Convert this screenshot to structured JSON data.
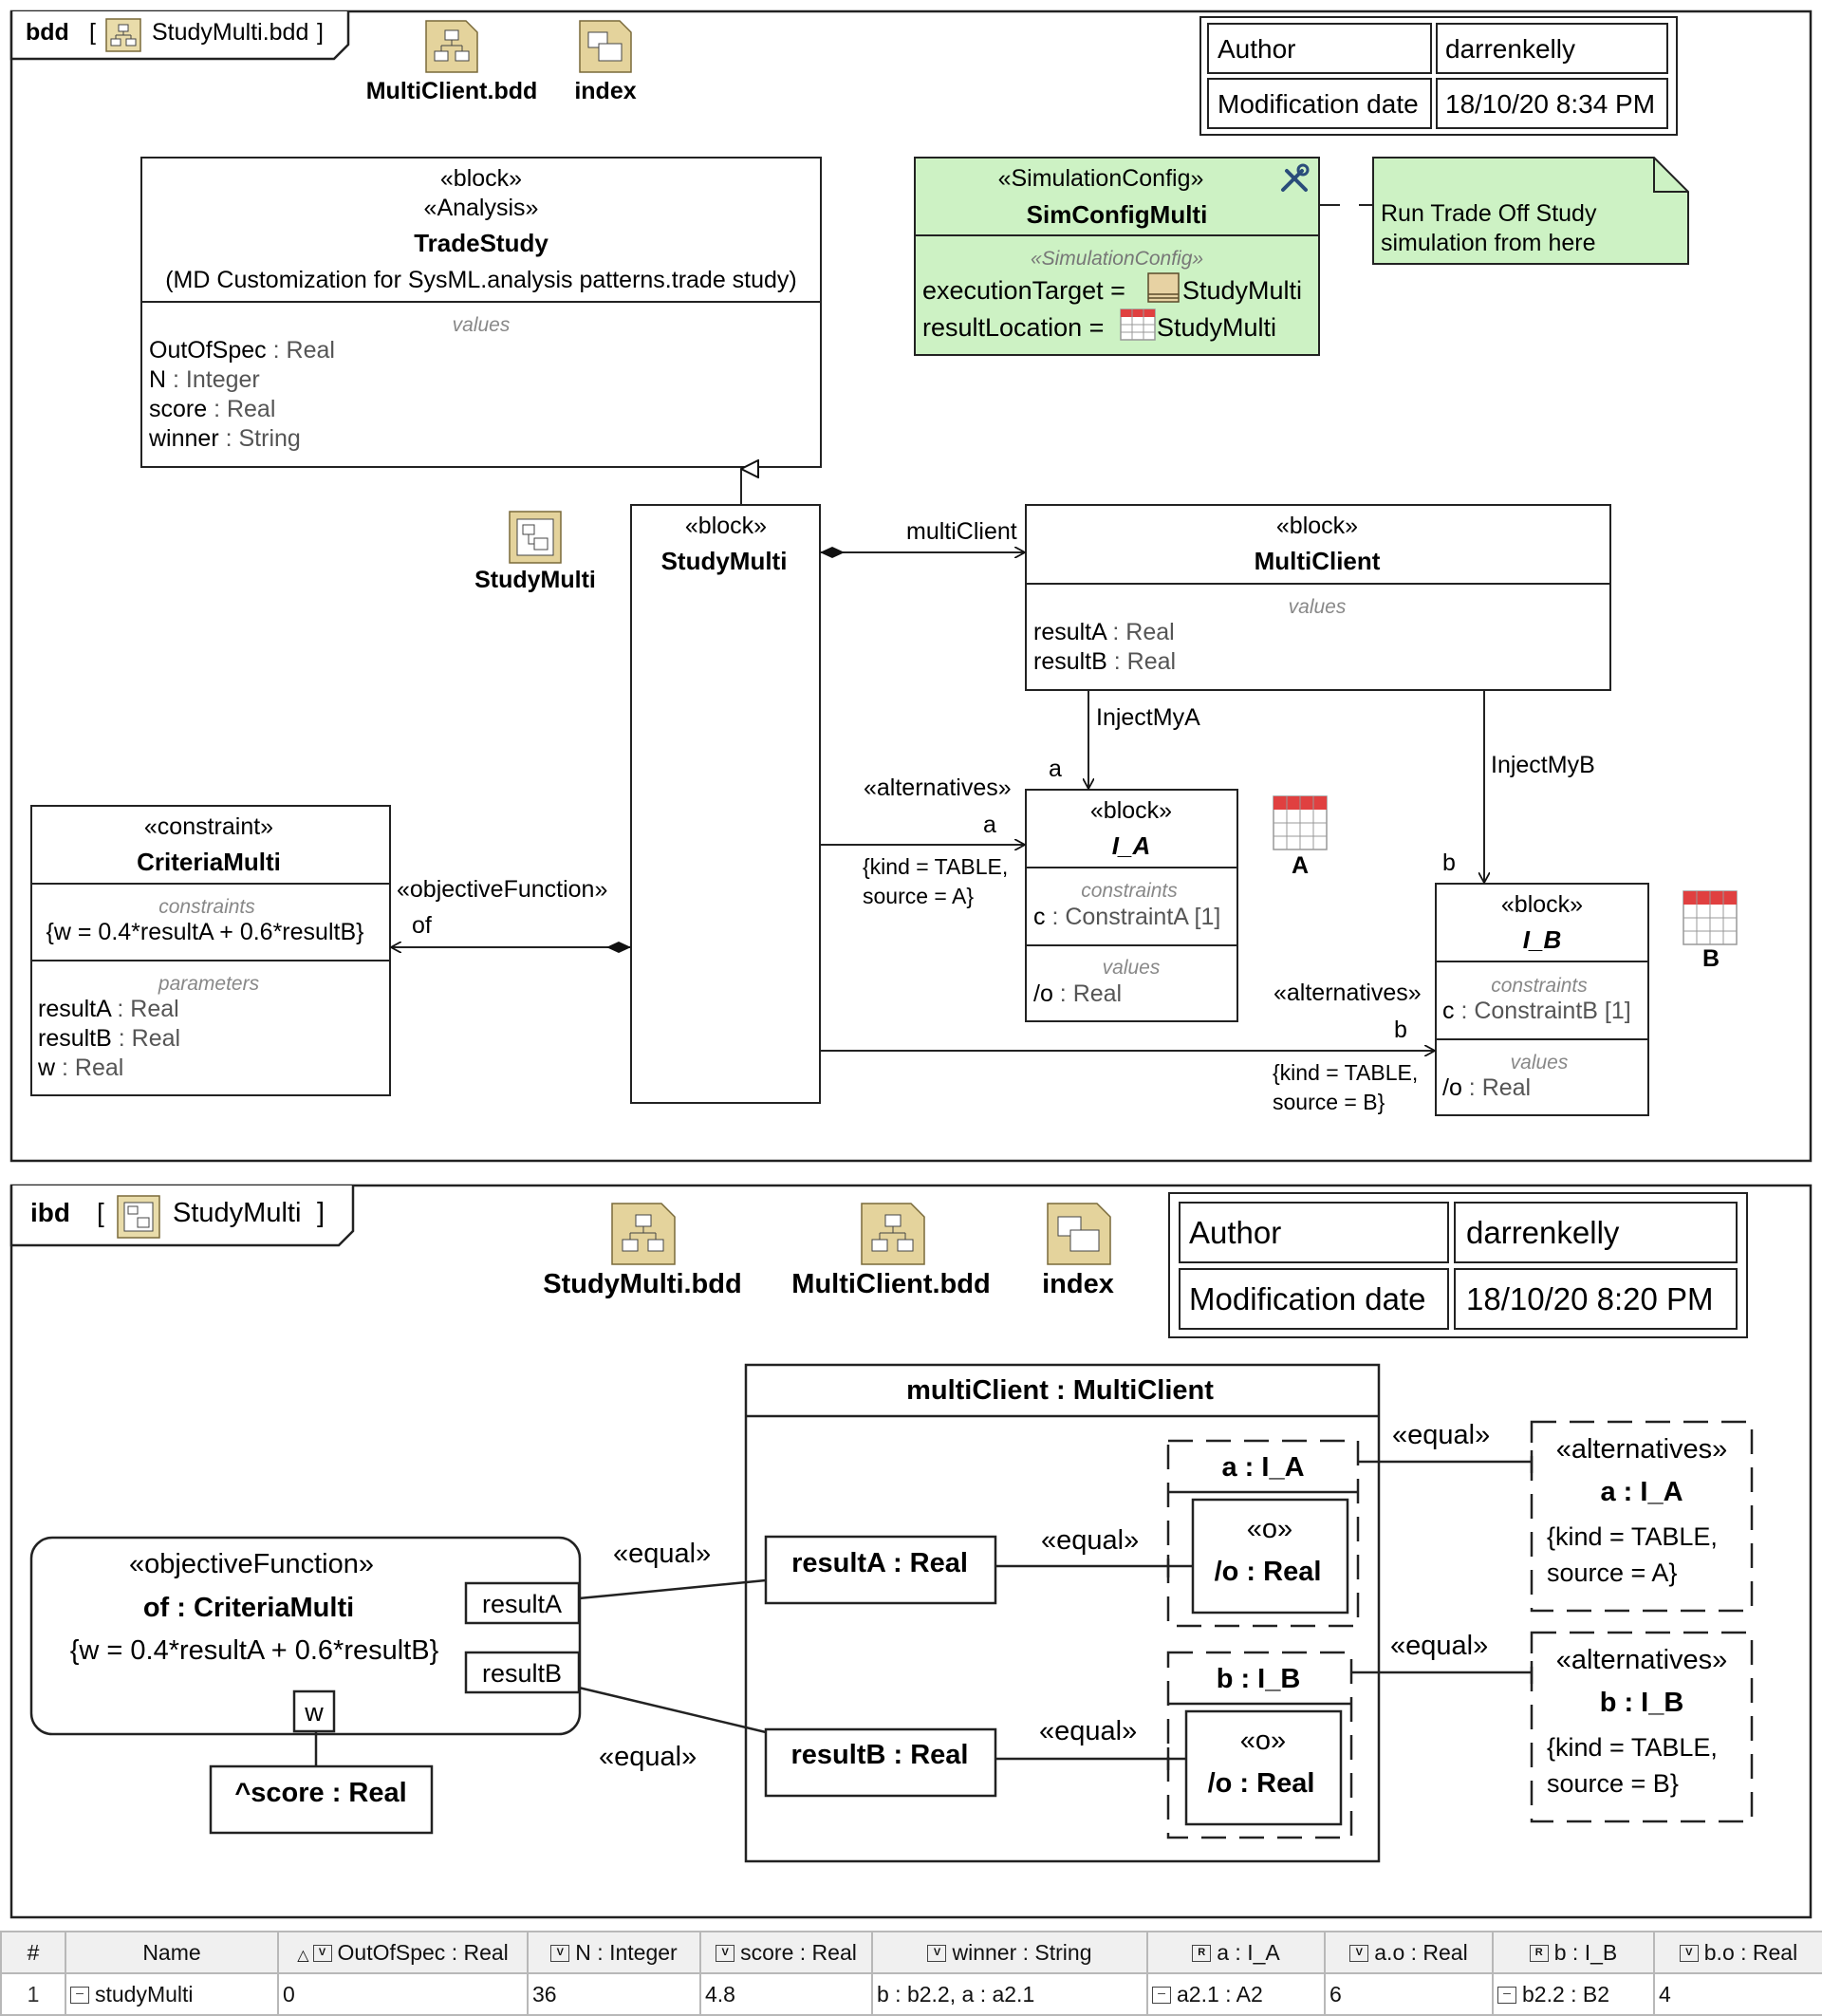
{
  "bdd": {
    "header": {
      "kind": "bdd",
      "open": "[",
      "name": "StudyMulti.bdd",
      "close": "]"
    },
    "links": [
      {
        "label": "MultiClient.bdd",
        "icon": "bdd-diagram-icon"
      },
      {
        "label": "index",
        "icon": "package-diagram-icon"
      }
    ],
    "info": {
      "author_label": "Author",
      "author_value": "darrenkelly",
      "date_label": "Modification date",
      "date_value": "18/10/20 8:34 PM"
    },
    "trade_study": {
      "stereo1": "«block»",
      "stereo2": "«Analysis»",
      "name": "TradeStudy",
      "subtitle": "(MD Customization for SysML.analysis patterns.trade study)",
      "compartment": "values",
      "values": [
        {
          "name": "OutOfSpec",
          "type": " : Real"
        },
        {
          "name": "N",
          "type": " : Integer"
        },
        {
          "name": "score",
          "type": " : Real"
        },
        {
          "name": "winner",
          "type": " : String"
        }
      ]
    },
    "sim_config": {
      "stereo": "«SimulationConfig»",
      "name": "SimConfigMulti",
      "compartment": "«SimulationConfig»",
      "row1_label": "executionTarget = ",
      "row1_value": "StudyMulti",
      "row2_label": "resultLocation = ",
      "row2_value": "StudyMulti"
    },
    "note": {
      "line1": "Run Trade Off Study",
      "line2": "simulation from here"
    },
    "study_multi_icon_label": "StudyMulti",
    "study_multi": {
      "stereo": "«block»",
      "name": "StudyMulti"
    },
    "multi_client": {
      "stereo": "«block»",
      "name": "MultiClient",
      "compartment": "values",
      "values": [
        {
          "name": "resultA",
          "type": " : Real"
        },
        {
          "name": "resultB",
          "type": " : Real"
        }
      ]
    },
    "criteria": {
      "stereo": "«constraint»",
      "name": "CriteriaMulti",
      "c_comp": "constraints",
      "constraint": "{w = 0.4*resultA + 0.6*resultB}",
      "p_comp": "parameters",
      "params": [
        {
          "name": "resultA",
          "type": " : Real"
        },
        {
          "name": "resultB",
          "type": " : Real"
        },
        {
          "name": "w",
          "type": " : Real"
        }
      ]
    },
    "ia": {
      "stereo": "«block»",
      "name": "I_A",
      "c_comp": "constraints",
      "c_name": "c",
      "c_type": " : ConstraintA [1]",
      "v_comp": "values",
      "v_name": "/o",
      "v_type": " : Real"
    },
    "ib": {
      "stereo": "«block»",
      "name": "I_B",
      "c_comp": "constraints",
      "c_name": "c",
      "c_type": " : ConstraintB [1]",
      "v_comp": "values",
      "v_name": "/o",
      "v_type": " : Real"
    },
    "table_a_label": "A",
    "table_b_label": "B",
    "labels": {
      "multiClient": "multiClient",
      "injectA": "InjectMyA",
      "injectB": "InjectMyB",
      "a_role1": "a",
      "b_role1": "b",
      "alt_a": "«alternatives»",
      "a_role2": "a",
      "kindA1": "{kind = TABLE,",
      "kindA2": "source = A}",
      "obj": "«objectiveFunction»",
      "of": "of",
      "alt_b": "«alternatives»",
      "b_role2": "b",
      "kindB1": "{kind = TABLE,",
      "kindB2": "source = B}"
    }
  },
  "ibd": {
    "header": {
      "kind": "ibd",
      "open": "[",
      "name": "StudyMulti",
      "close": "]"
    },
    "links": [
      {
        "label": "StudyMulti.bdd",
        "icon": "bdd-diagram-icon"
      },
      {
        "label": "MultiClient.bdd",
        "icon": "bdd-diagram-icon"
      },
      {
        "label": "index",
        "icon": "package-diagram-icon"
      }
    ],
    "info": {
      "author_label": "Author",
      "author_value": "darrenkelly",
      "date_label": "Modification date",
      "date_value": "18/10/20 8:20 PM"
    },
    "multi_client_part": "multiClient : MultiClient",
    "objective": {
      "stereo": "«objectiveFunction»",
      "name": "of : CriteriaMulti",
      "constraint": "{w = 0.4*resultA + 0.6*resultB}",
      "port_a": "resultA",
      "port_b": "resultB",
      "port_w": "w"
    },
    "score": "^score : Real",
    "resultA": "resultA : Real",
    "resultB": "resultB : Real",
    "part_a": {
      "name": "a : I_A",
      "o_stereo": "«o»",
      "o_name": "/o : Real"
    },
    "part_b": {
      "name": "b : I_B",
      "o_stereo": "«o»",
      "o_name": "/o : Real"
    },
    "alt_a": {
      "stereo": "«alternatives»",
      "name": "a : I_A",
      "line1": "{kind = TABLE,",
      "line2": "source = A}"
    },
    "alt_b": {
      "stereo": "«alternatives»",
      "name": "b : I_B",
      "line1": "{kind = TABLE,",
      "line2": "source = B}"
    },
    "equal": "«equal»"
  },
  "results_table": {
    "columns": [
      "#",
      "Name",
      "OutOfSpec : Real",
      "N : Integer",
      "score : Real",
      "winner : String",
      "a : I_A",
      "a.o : Real",
      "b : I_B",
      "b.o : Real"
    ],
    "column_icons": [
      "",
      "",
      "V",
      "V",
      "V",
      "V",
      "R",
      "V",
      "R",
      "V"
    ],
    "row": [
      "1",
      "studyMulti",
      "0",
      "36",
      "4.8",
      "b : b2.2, a : a2.1",
      "a2.1 : A2",
      "6",
      "b2.2 : B2",
      "4"
    ]
  }
}
